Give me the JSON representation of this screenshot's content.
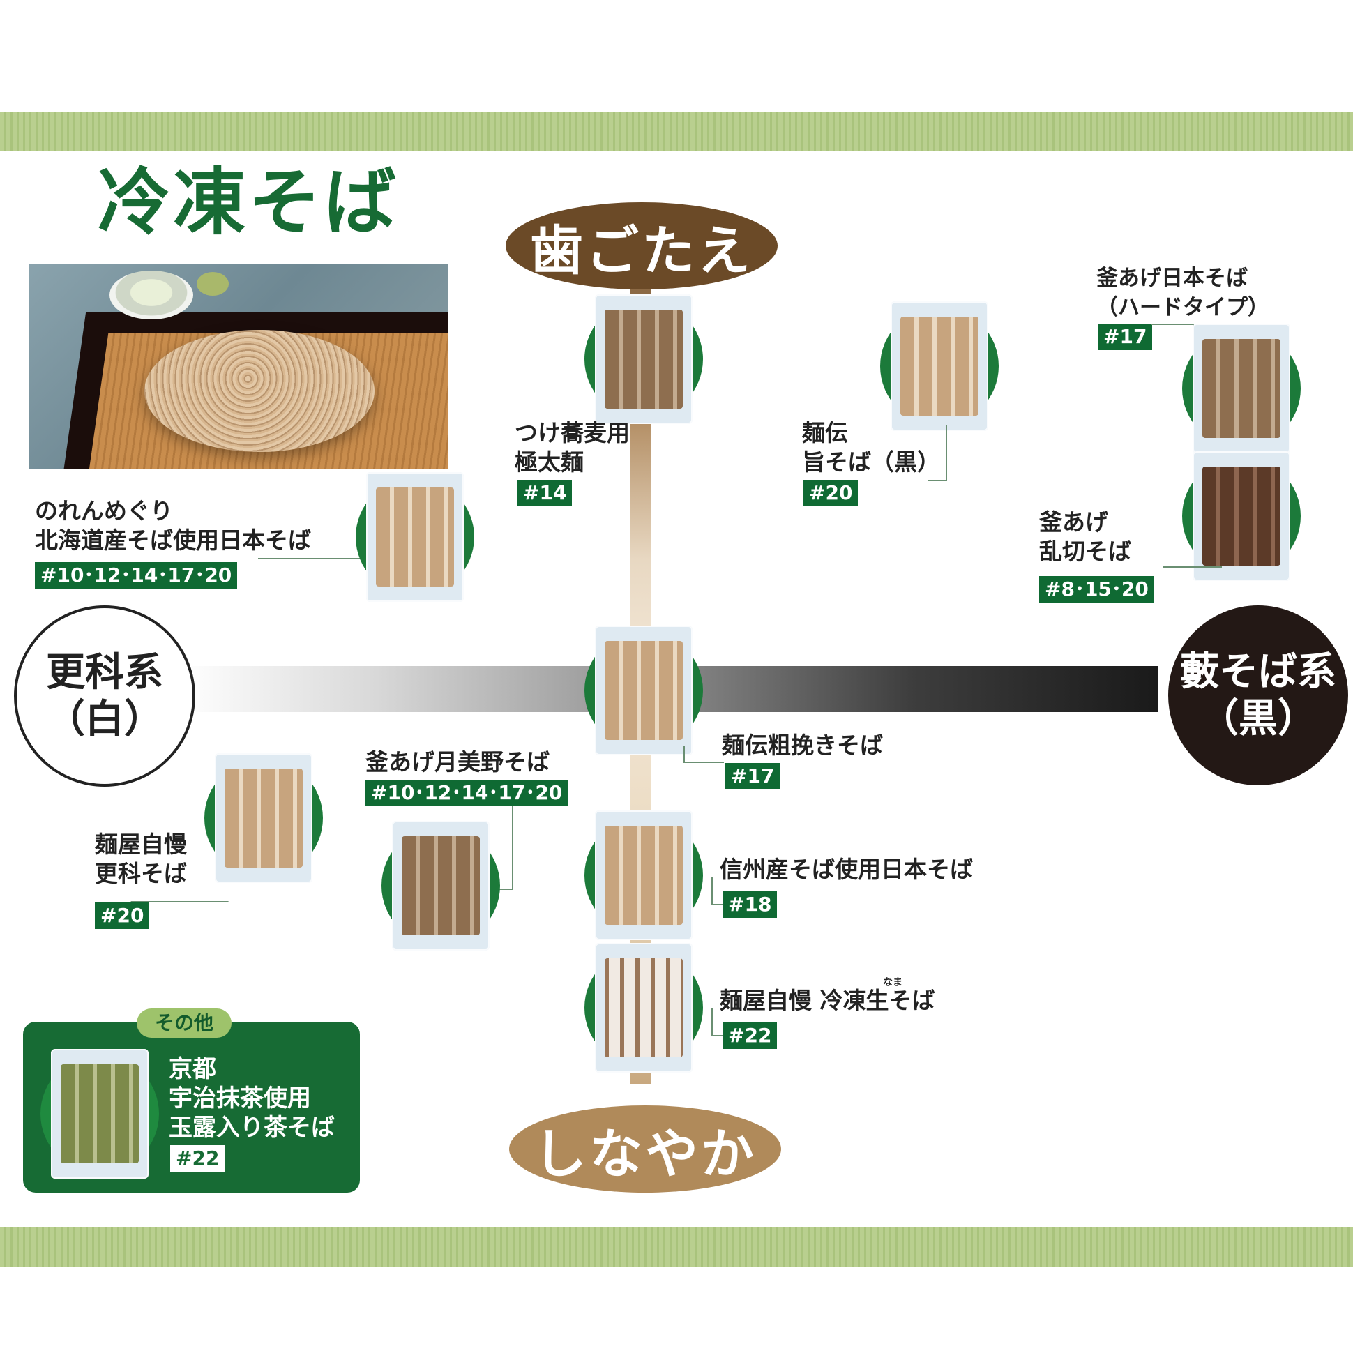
{
  "title": "冷凍そば",
  "axis": {
    "top": "歯ごたえ",
    "bottom": "しなやか",
    "left": [
      "更科系",
      "（白）"
    ],
    "right": [
      "藪そば系",
      "（黒）"
    ]
  },
  "products": [
    {
      "name_lines": [
        "つけ蕎麦用",
        "極太麺"
      ],
      "code": "#14"
    },
    {
      "name_lines": [
        "麺伝",
        "旨そば（黒）"
      ],
      "code": "#20"
    },
    {
      "name_lines": [
        "釜あげ日本そば",
        "（ハードタイプ）"
      ],
      "code": "#17"
    },
    {
      "name_lines": [
        "釜あげ",
        "乱切そば"
      ],
      "code": "#8･15･20"
    },
    {
      "name_lines": [
        "のれんめぐり",
        "北海道産そば使用日本そば"
      ],
      "code": "#10･12･14･17･20"
    },
    {
      "name_lines": [
        "麺伝粗挽きそば"
      ],
      "code": "#17"
    },
    {
      "name_lines": [
        "釜あげ月美野そば"
      ],
      "code": "#10･12･14･17･20"
    },
    {
      "name_lines": [
        "麺屋自慢",
        "更科そば"
      ],
      "code": "#20"
    },
    {
      "name_lines": [
        "信州産そば使用日本そば"
      ],
      "code": "#18"
    },
    {
      "name_lines": [
        "麺屋自慢 冷凍生そば"
      ],
      "code": "#22",
      "ruby": "なま"
    }
  ],
  "other": {
    "tag": "その他",
    "name_lines": [
      "京都",
      "宇治抹茶使用",
      "玉露入り茶そば"
    ],
    "code": "#22"
  },
  "colors": {
    "brand_green": "#176b34",
    "band_green": "#b9cf8f",
    "top_oval": "#6b4a27",
    "bottom_oval": "#b08a5a",
    "dark_circle": "#231815"
  }
}
